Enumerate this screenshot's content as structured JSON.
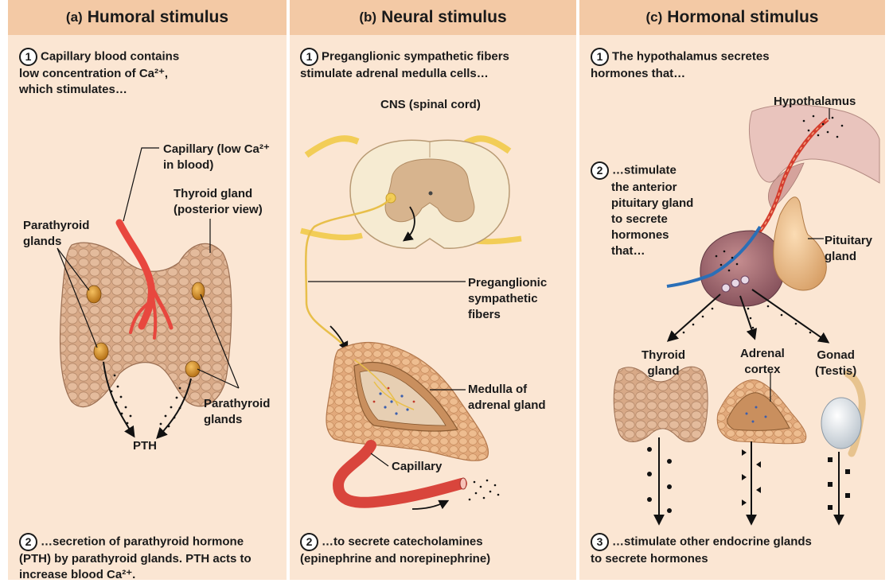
{
  "panels": {
    "a": {
      "prefix": "(a)",
      "title": "Humoral stimulus",
      "step1_num": "1",
      "step1_l1": "Capillary blood contains",
      "step1_l2": "low concentration of Ca²⁺,",
      "step1_l3": "which stimulates…",
      "label_capillary_l1": "Capillary (low Ca²⁺",
      "label_capillary_l2": "in blood)",
      "label_thyroid_l1": "Thyroid gland",
      "label_thyroid_l2": "(posterior view)",
      "label_parathyroid_left_l1": "Parathyroid",
      "label_parathyroid_left_l2": "glands",
      "label_parathyroid_right_l1": "Parathyroid",
      "label_parathyroid_right_l2": "glands",
      "label_pth": "PTH",
      "step2_num": "2",
      "step2_l1": "…secretion of parathyroid hormone",
      "step2_l2": "(PTH) by parathyroid glands. PTH acts to",
      "step2_l3": "increase blood Ca²⁺."
    },
    "b": {
      "prefix": "(b)",
      "title": "Neural stimulus",
      "step1_num": "1",
      "step1_l1": "Preganglionic sympathetic fibers",
      "step1_l2": "stimulate adrenal medulla cells…",
      "label_cns": "CNS (spinal cord)",
      "label_fibers_l1": "Preganglionic",
      "label_fibers_l2": "sympathetic",
      "label_fibers_l3": "fibers",
      "label_medulla_l1": "Medulla of",
      "label_medulla_l2": "adrenal gland",
      "label_capillary": "Capillary",
      "step2_num": "2",
      "step2_l1": "…to secrete catecholamines",
      "step2_l2": "(epinephrine and norepinephrine)"
    },
    "c": {
      "prefix": "(c)",
      "title": "Hormonal stimulus",
      "step1_num": "1",
      "step1_l1": "The hypothalamus secretes",
      "step1_l2": "hormones that…",
      "label_hypothalamus": "Hypothalamus",
      "step2_num": "2",
      "step2_l1": "…stimulate",
      "step2_l2": "the anterior",
      "step2_l3": "pituitary gland",
      "step2_l4": "to secrete",
      "step2_l5": "hormones",
      "step2_l6": "that…",
      "label_pituitary_l1": "Pituitary",
      "label_pituitary_l2": "gland",
      "label_thyroid_l1": "Thyroid",
      "label_thyroid_l2": "gland",
      "label_adrenal_l1": "Adrenal",
      "label_adrenal_l2": "cortex",
      "label_gonad_l1": "Gonad",
      "label_gonad_l2": "(Testis)",
      "step3_num": "3",
      "step3_l1": "…stimulate other endocrine glands",
      "step3_l2": "to secrete hormones"
    }
  }
}
